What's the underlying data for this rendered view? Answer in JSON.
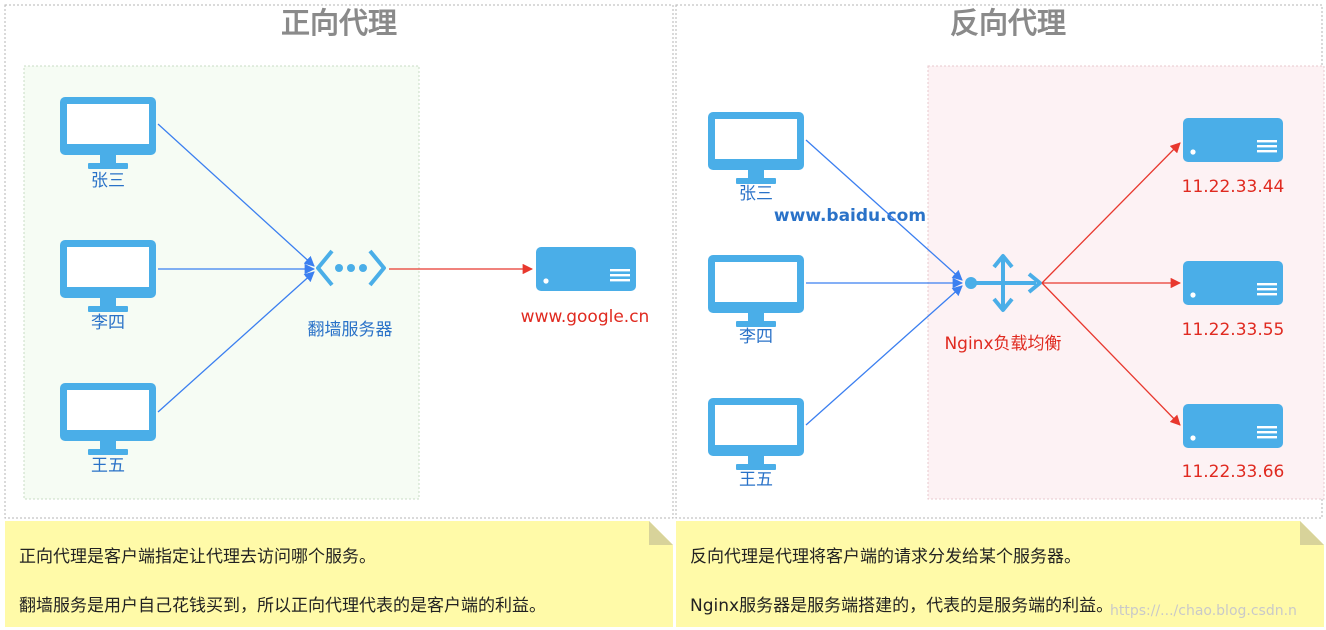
{
  "forward": {
    "title": "正向代理",
    "clients": [
      "张三",
      "李四",
      "王五"
    ],
    "proxy_label": "翻墙服务器",
    "target_label": "www.google.cn",
    "notes": [
      "正向代理是客户端指定让代理去访问哪个服务。",
      "翻墙服务是用户自己花钱买到，所以正向代理代表的是客户端的利益。"
    ]
  },
  "reverse": {
    "title": "反向代理",
    "clients": [
      "张三",
      "李四",
      "王五"
    ],
    "request_label": "www.baidu.com",
    "balancer_label": "Nginx负载均衡",
    "servers": [
      "11.22.33.44",
      "11.22.33.55",
      "11.22.33.66"
    ],
    "notes": [
      "反向代理是代理将客户端的请求分发给某个服务器。",
      "Nginx服务器是服务端搭建的，代表的是服务端的利益。"
    ]
  },
  "watermark": "https://.../chao.blog.csdn.n",
  "colors": {
    "icon": "#4aaee8",
    "client_label": "#2a72c8",
    "blue_line": "#3b7ff0",
    "red_line": "#e8382e",
    "server_label": "#e02a20",
    "title": "#8a8a8a",
    "forward_zone": "#f6fcf4",
    "reverse_zone": "#fdf2f4",
    "note_bg": "#fffaa8"
  }
}
